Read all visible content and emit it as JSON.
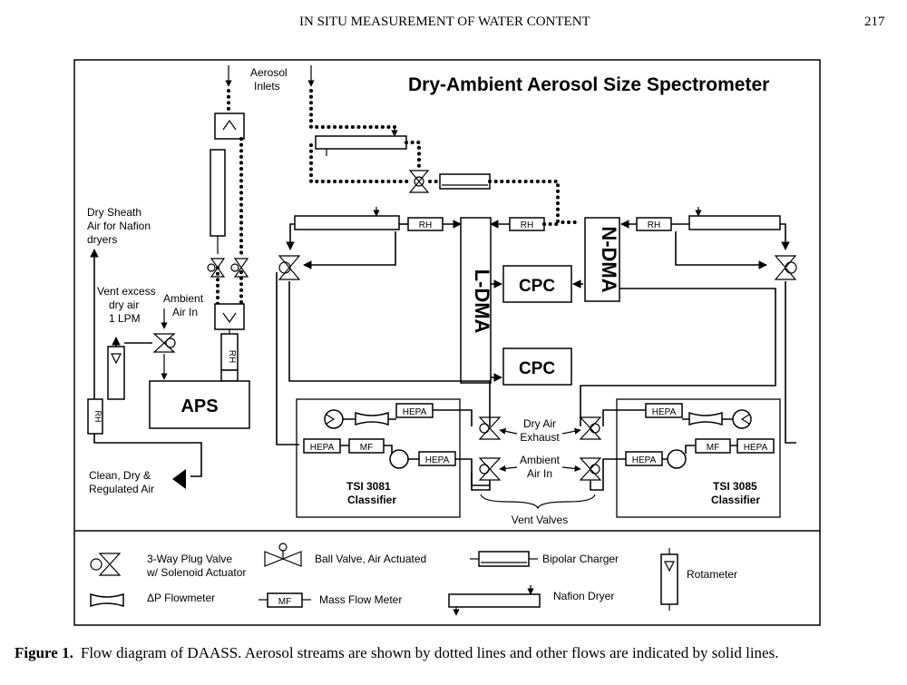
{
  "header": {
    "running_title": "IN SITU MEASUREMENT OF WATER CONTENT",
    "page_number": "217"
  },
  "diagram": {
    "title": "Dry-Ambient Aerosol Size Spectrometer",
    "aerosol_inlets": [
      "Aerosol",
      "Inlets"
    ],
    "dry_sheath": [
      "Dry Sheath",
      "Air for Nafion",
      "dryers"
    ],
    "vent_excess": [
      "Vent excess",
      "dry air",
      "1 LPM"
    ],
    "ambient_air_in_left": [
      "Ambient",
      "Air In"
    ],
    "aps": "APS",
    "rh": "RH",
    "ldma": "L-DMA",
    "ndma": "N-DMA",
    "cpc": "CPC",
    "hepa": "HEPA",
    "mf": "MF",
    "clean_air": [
      "Clean, Dry &",
      "Regulated Air"
    ],
    "tsi_3081": [
      "TSI 3081",
      "Classifier"
    ],
    "tsi_3085": [
      "TSI 3085",
      "Classifier"
    ],
    "dry_air_exhaust": [
      "Dry Air",
      "Exhaust"
    ],
    "ambient_air_in_center": [
      "Ambient",
      "Air In"
    ],
    "vent_valves": "Vent Valves"
  },
  "legend": {
    "plug_valve": [
      "3-Way Plug Valve",
      "w/ Solenoid Actuator"
    ],
    "ball_valve": "Ball Valve, Air Actuated",
    "bipolar_charger": "Bipolar Charger",
    "rotameter": "Rotameter",
    "dp_flowmeter": "ΔP Flowmeter",
    "mass_flow_meter": "Mass Flow Meter",
    "mf_symbol": "MF",
    "nafion_dryer": "Nafion Dryer"
  },
  "caption": {
    "label": "Figure 1.",
    "text": "Flow diagram of DAASS. Aerosol streams are shown by dotted lines and other flows are indicated by solid lines."
  }
}
